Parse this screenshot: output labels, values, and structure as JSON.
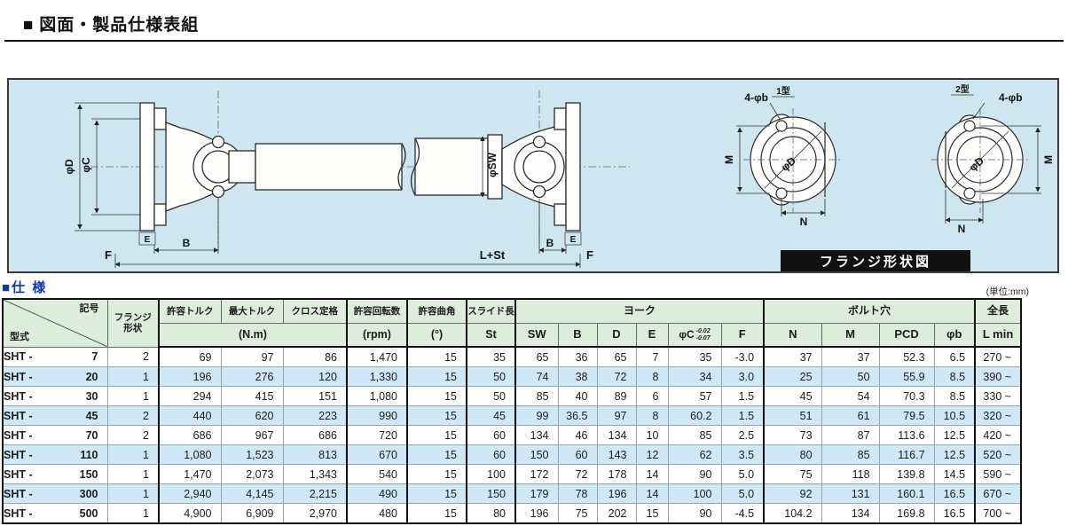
{
  "page": {
    "title": "■ 図面・製品仕様表組",
    "spec_heading": "■仕 様",
    "unit_note": "(単位:mm)"
  },
  "colors": {
    "diagram_bg": "#cde6ef",
    "table_header_green": "#dcedda",
    "row_alt_blue": "#cfe8f6",
    "heading_blue": "#0f35ad",
    "caption_bg": "#111111",
    "line_black": "#111111"
  },
  "diagram": {
    "labels": {
      "phi_d": "φD",
      "phi_c": "φC",
      "phi_sw": "φSW",
      "e": "E",
      "b": "B",
      "f": "F",
      "l_plus_st": "L+St"
    },
    "flange": {
      "type1": "1型",
      "type2": "2型",
      "bolt_callout": "4-φb",
      "m": "M",
      "n": "N",
      "phi_d": "φD",
      "caption": "フランジ形状図"
    }
  },
  "table": {
    "corner": {
      "top": "記号",
      "bottom": "型式"
    },
    "headers": {
      "flange_l1": "フランジ",
      "flange_l2": "形状",
      "allow_torque": "許容トルク",
      "max_torque": "最大トルク",
      "cross_rating": "クロス定格",
      "nm_unit": "(N.m)",
      "rpm_label": "許容回転数",
      "rpm_unit": "(rpm)",
      "angle_label": "許容曲角",
      "angle_unit": "(°)",
      "slide_label": "スライド長",
      "slide_unit": "St",
      "yoke_group": "ヨーク",
      "bolt_group": "ボルト穴",
      "length_group": "全長",
      "sw": "SW",
      "b": "B",
      "d": "D",
      "e": "E",
      "phi_c": "φC",
      "phi_c_tol_top": "-0.02",
      "phi_c_tol_bottom": "-0.07",
      "f": "F",
      "n": "N",
      "m": "M",
      "pcd": "PCD",
      "phi_b": "φb",
      "l_min": "L min"
    },
    "rows": [
      {
        "model_prefix": "SHT -",
        "model_num": "7",
        "values": [
          "2",
          "69",
          "97",
          "86",
          "1,470",
          "15",
          "35",
          "65",
          "36",
          "65",
          "7",
          "35",
          "-3.0",
          "37",
          "37",
          "52.3",
          "6.5",
          "270 ~"
        ]
      },
      {
        "model_prefix": "SHT -",
        "model_num": "20",
        "values": [
          "1",
          "196",
          "276",
          "120",
          "1,330",
          "15",
          "50",
          "74",
          "38",
          "72",
          "8",
          "34",
          "3.0",
          "25",
          "50",
          "55.9",
          "8.5",
          "390 ~"
        ]
      },
      {
        "model_prefix": "SHT -",
        "model_num": "30",
        "values": [
          "1",
          "294",
          "415",
          "151",
          "1,080",
          "15",
          "50",
          "85",
          "40",
          "89",
          "6",
          "57",
          "1.5",
          "45",
          "54",
          "70.3",
          "8.5",
          "330 ~"
        ]
      },
      {
        "model_prefix": "SHT -",
        "model_num": "45",
        "values": [
          "2",
          "440",
          "620",
          "223",
          "990",
          "15",
          "45",
          "99",
          "36.5",
          "97",
          "8",
          "60.2",
          "1.5",
          "51",
          "61",
          "79.5",
          "10.5",
          "320 ~"
        ]
      },
      {
        "model_prefix": "SHT -",
        "model_num": "70",
        "values": [
          "2",
          "686",
          "967",
          "686",
          "720",
          "15",
          "60",
          "134",
          "46",
          "134",
          "10",
          "85",
          "2.5",
          "73",
          "87",
          "113.6",
          "12.5",
          "420 ~"
        ]
      },
      {
        "model_prefix": "SHT -",
        "model_num": "110",
        "values": [
          "1",
          "1,080",
          "1,523",
          "813",
          "670",
          "15",
          "60",
          "150",
          "60",
          "143",
          "12",
          "62",
          "3.5",
          "80",
          "85",
          "116.7",
          "12.5",
          "520 ~"
        ]
      },
      {
        "model_prefix": "SHT -",
        "model_num": "150",
        "values": [
          "1",
          "1,470",
          "2,073",
          "1,343",
          "540",
          "15",
          "100",
          "172",
          "72",
          "178",
          "14",
          "90",
          "5.0",
          "75",
          "118",
          "139.8",
          "14.5",
          "590 ~"
        ]
      },
      {
        "model_prefix": "SHT -",
        "model_num": "300",
        "values": [
          "1",
          "2,940",
          "4,145",
          "2,215",
          "490",
          "15",
          "150",
          "179",
          "78",
          "196",
          "14",
          "100",
          "5.0",
          "92",
          "131",
          "160.1",
          "16.5",
          "670 ~"
        ]
      },
      {
        "model_prefix": "SHT -",
        "model_num": "500",
        "values": [
          "1",
          "4,900",
          "6,909",
          "2,970",
          "480",
          "15",
          "80",
          "196",
          "75",
          "202",
          "15",
          "90",
          "-4.5",
          "104.2",
          "134",
          "169.8",
          "16.5",
          "700 ~"
        ]
      }
    ]
  }
}
